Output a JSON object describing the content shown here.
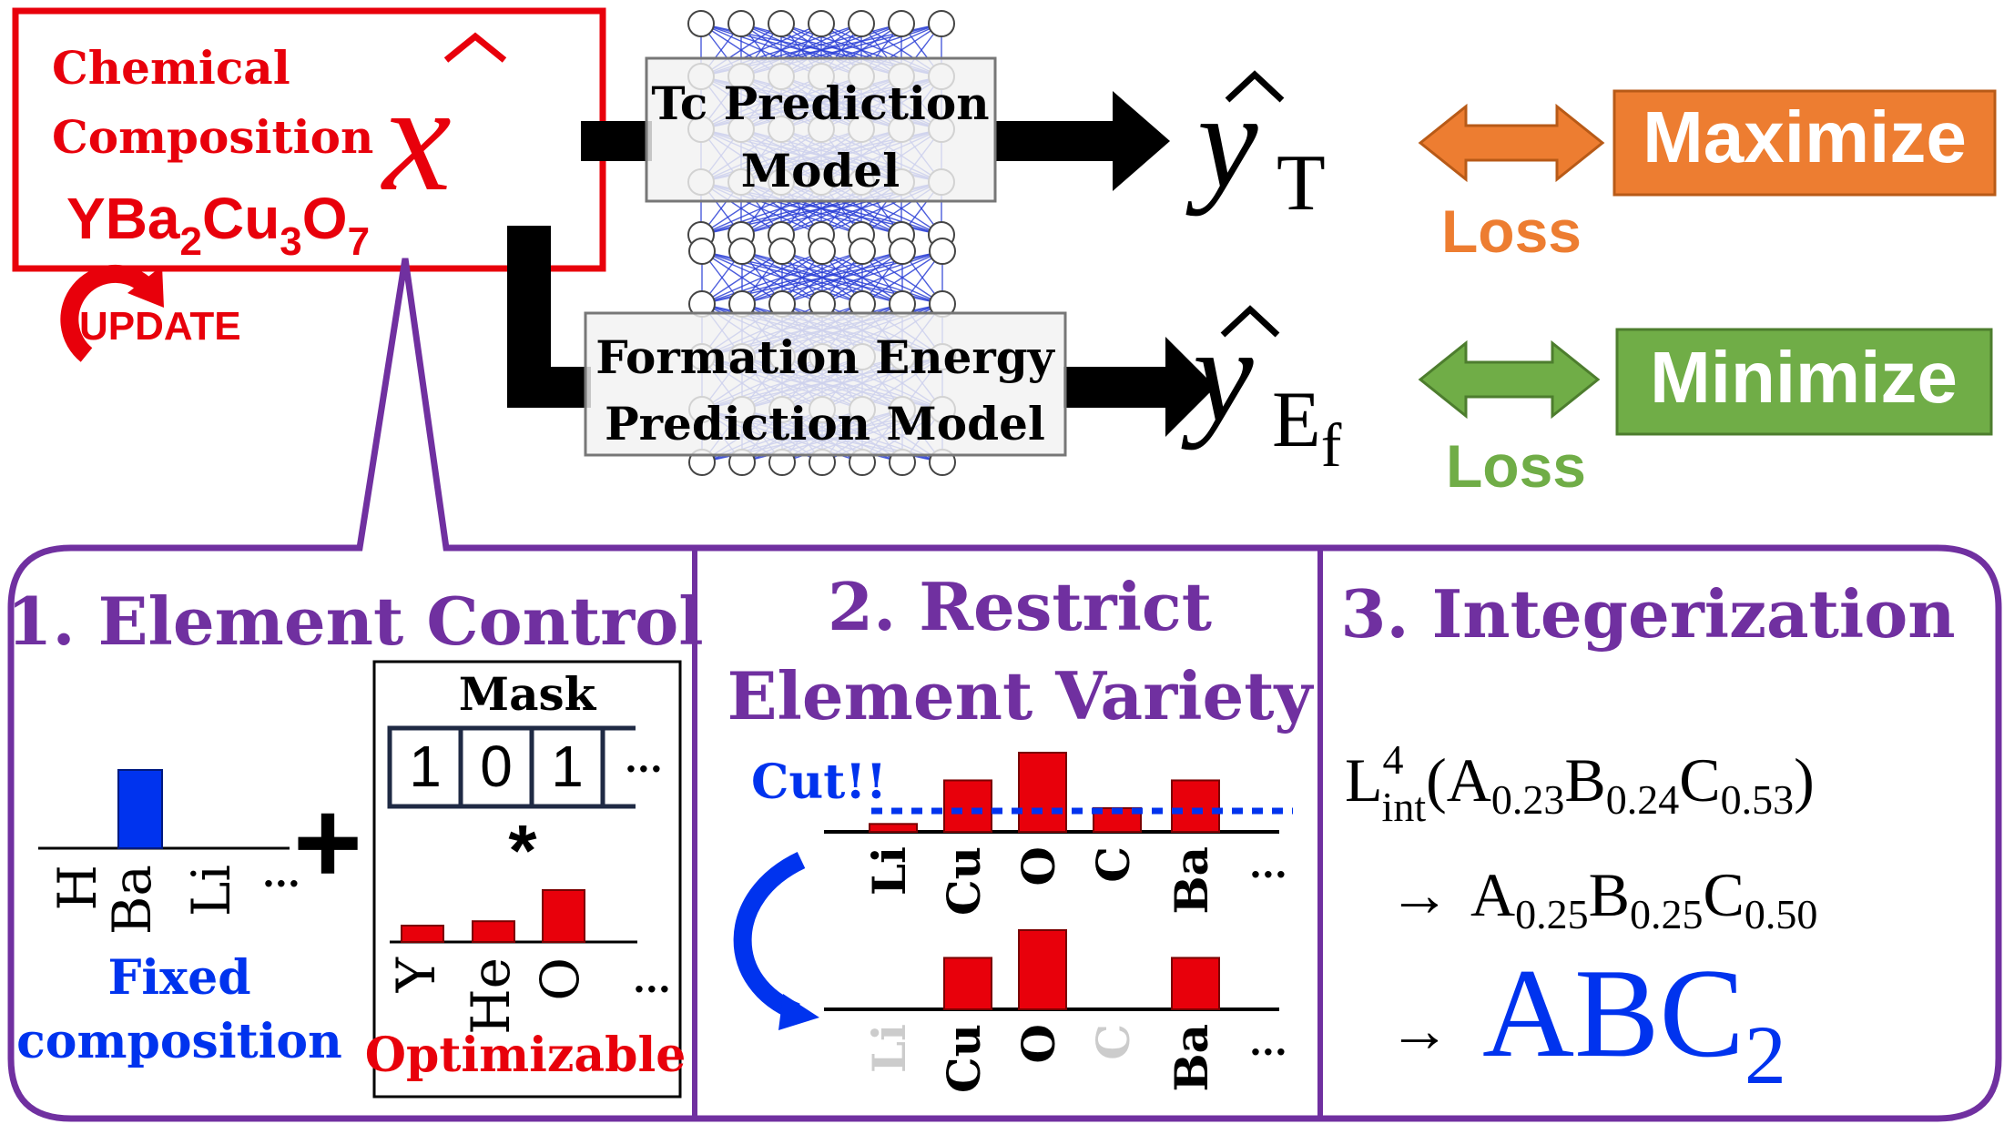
{
  "top": {
    "composition_label_line1": "Chemical",
    "composition_label_line2": "Composition",
    "x_symbol": "x",
    "formula": {
      "p1": "YBa",
      "s1": "2",
      "p2": "Cu",
      "s2": "3",
      "p3": "O",
      "s3": "7"
    },
    "update_label": "UPDATE",
    "tc_model_line1": "Tc Prediction",
    "tc_model_line2": "Model",
    "fe_model_line1": "Formation Energy",
    "fe_model_line2": "Prediction Model",
    "y_t": {
      "base": "y",
      "sub": "T"
    },
    "y_ef": {
      "base": "y",
      "sub": "E",
      "subsub": "f"
    },
    "loss_top": "Loss",
    "loss_bottom": "Loss",
    "maximize": "Maximize",
    "minimize": "Minimize"
  },
  "panel1": {
    "title": "1. Element Control",
    "fixed_elements": [
      "H",
      "Ba",
      "Li",
      "..."
    ],
    "fixed_label_line1": "Fixed",
    "fixed_label_line2": "composition",
    "plus": "+",
    "mask_title": "Mask",
    "mask_values": [
      "1",
      "0",
      "1",
      "..."
    ],
    "asterisk": "*",
    "opt_elements": [
      "Y",
      "He",
      "O",
      "..."
    ],
    "optimizable_label": "Optimizable",
    "fixed_bar_values": [
      0,
      1,
      0
    ],
    "opt_bar_values": [
      0.3,
      0.38,
      0.95
    ]
  },
  "panel2": {
    "title_line1": "2. Restrict",
    "title_line2": "Element Variety",
    "cut_label": "Cut!!",
    "elements_before": [
      "Li",
      "Cu",
      "O",
      "C",
      "Ba",
      "..."
    ],
    "elements_after": [
      "Li",
      "Cu",
      "O",
      "C",
      "Ba",
      "..."
    ],
    "bars_before": [
      0.1,
      0.65,
      1.0,
      0.3,
      0.65
    ],
    "bars_after": [
      0,
      0.65,
      1.0,
      0,
      0.65
    ]
  },
  "panel3": {
    "title": "3. Integerization",
    "line1": {
      "L": "L",
      "sup": "4",
      "sub": "int",
      "open": "(",
      "A": "A",
      "a": "0.23",
      "B": "B",
      "b": "0.24",
      "C": "C",
      "c": "0.53",
      "close": ")"
    },
    "line2": {
      "arrow": "→",
      "A": "A",
      "a": "0.25",
      "B": "B",
      "b": "0.25",
      "C": "C",
      "c": "0.50"
    },
    "line3": {
      "arrow": "→",
      "formula": "ABC",
      "sub": "2"
    }
  },
  "colors": {
    "red": "#e8000b",
    "purple": "#7030a0",
    "blue": "#0033ee",
    "orange": "#ed7d31",
    "green": "#70ad47"
  }
}
